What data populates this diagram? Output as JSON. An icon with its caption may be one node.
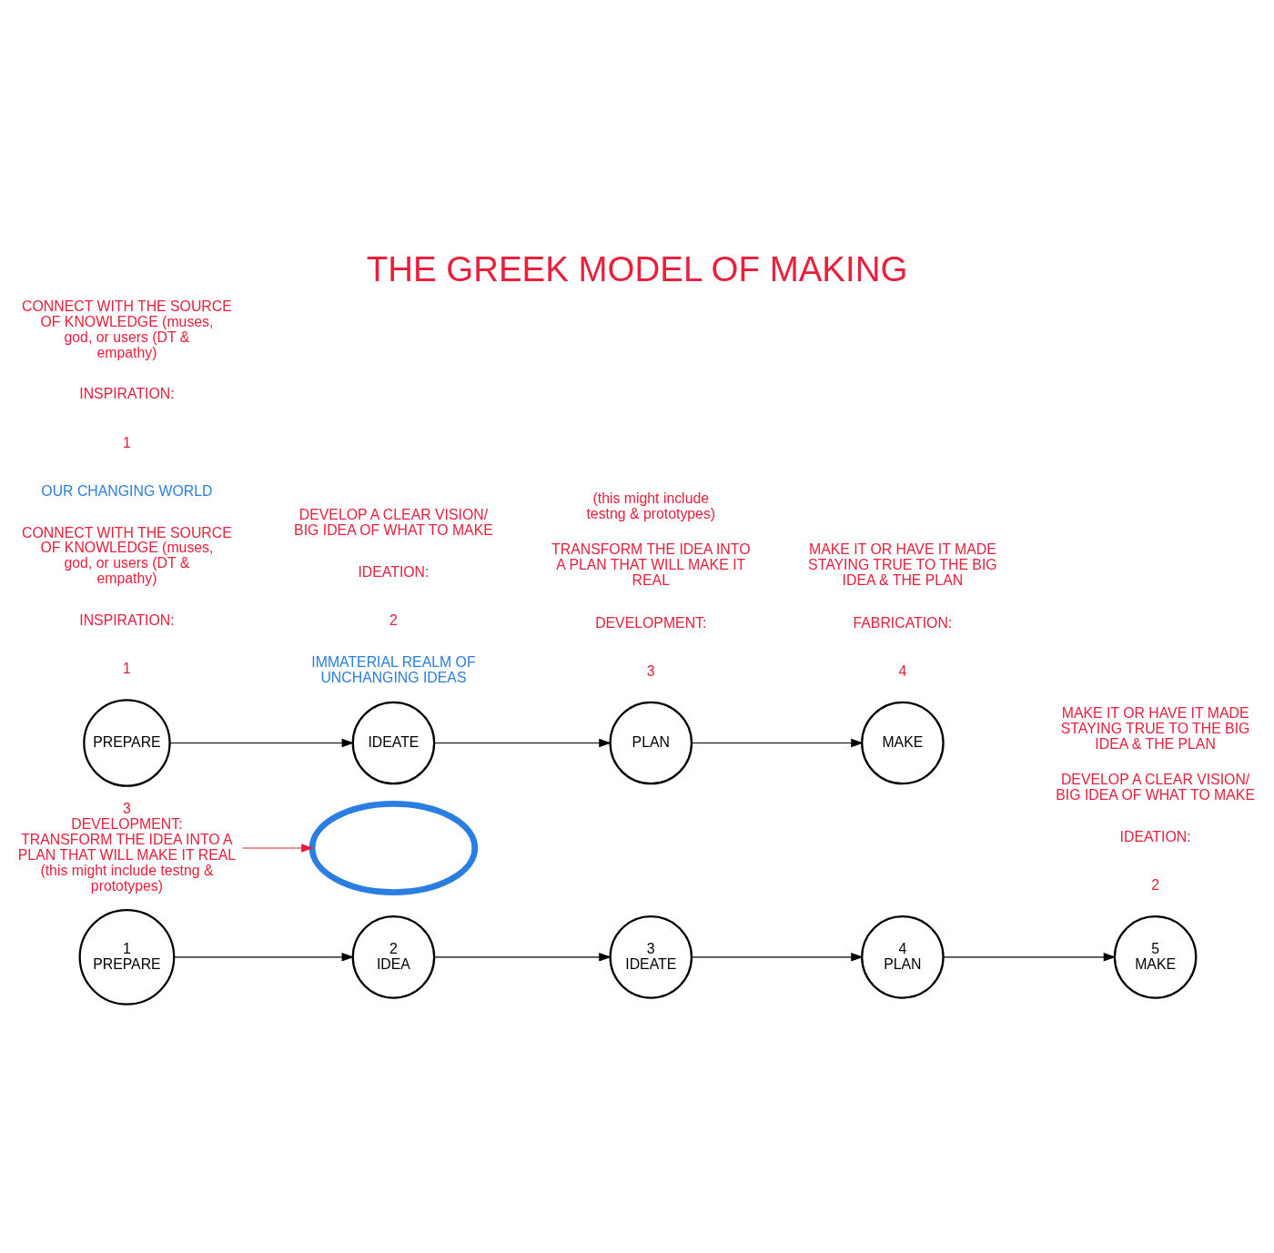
{
  "diagram": {
    "title": "THE GREEK MODEL OF MAKING",
    "nodes": [
      {
        "text": [
          "2",
          "IDEA"
        ]
      },
      {
        "text": [
          "1",
          "PREPARE"
        ]
      },
      {
        "text": [
          "3",
          "IDEATE"
        ]
      },
      {
        "text": [
          "4",
          "PLAN"
        ]
      },
      {
        "text": [
          "5",
          "MAKE"
        ]
      },
      {
        "text": [],
        "shape": "ellipse"
      },
      {
        "text": [
          "3",
          "DEVELOPMENT:",
          "TRANSFORM THE IDEA INTO A PLAN THAT WILL MAKE IT REAL",
          "(this might include testng & prototypes)"
        ]
      },
      {
        "text": [
          "PREPARE"
        ]
      },
      {
        "text": [
          "IDEATE"
        ]
      },
      {
        "text": [
          "PLAN"
        ]
      },
      {
        "text": [
          "MAKE"
        ]
      }
    ],
    "edges": [
      {
        "from": 1,
        "to": 0,
        "arrow": "to"
      },
      {
        "from": 0,
        "to": 2,
        "arrow": "to"
      },
      {
        "from": 2,
        "to": 3,
        "arrow": "to"
      },
      {
        "from": 3,
        "to": 4,
        "arrow": "to"
      },
      {
        "from": 6,
        "to": 5,
        "arrow": "to",
        "color": "#e8203c"
      },
      {
        "from": 7,
        "to": 8,
        "arrow": "to"
      },
      {
        "from": 8,
        "to": 9,
        "arrow": "to"
      },
      {
        "from": 9,
        "to": 10,
        "arrow": "to"
      }
    ],
    "labels": [
      "1",
      "INSPIRATION:",
      "CONNECT WITH THE SOURCE OF KNOWLEDGE (muses, god, or users (DT & empathy)",
      "2",
      "IDEATION:",
      "DEVELOP A CLEAR VISION/ BIG IDEA OF WHAT TO MAKE",
      "IMMATERIAL REALM OF UNCHANGING IDEAS",
      "OUR CHANGING WORLD",
      "MAKE IT OR HAVE IT MADE STAYING TRUE TO THE BIG IDEA & THE PLAN",
      "1",
      "INSPIRATION:",
      "CONNECT WITH THE SOURCE OF KNOWLEDGE (muses, god, or users (DT & empathy)",
      "2",
      "IDEATION:",
      "DEVELOP A CLEAR VISION/ BIG IDEA OF WHAT TO MAKE",
      "3",
      "DEVELOPMENT:",
      "TRANSFORM THE IDEA INTO A PLAN THAT WILL MAKE IT REAL",
      "(this might include testng & prototypes)",
      "4",
      "FABRICATION:",
      "MAKE IT OR HAVE IT MADE STAYING TRUE TO THE BIG IDEA & THE PLAN"
    ]
  }
}
